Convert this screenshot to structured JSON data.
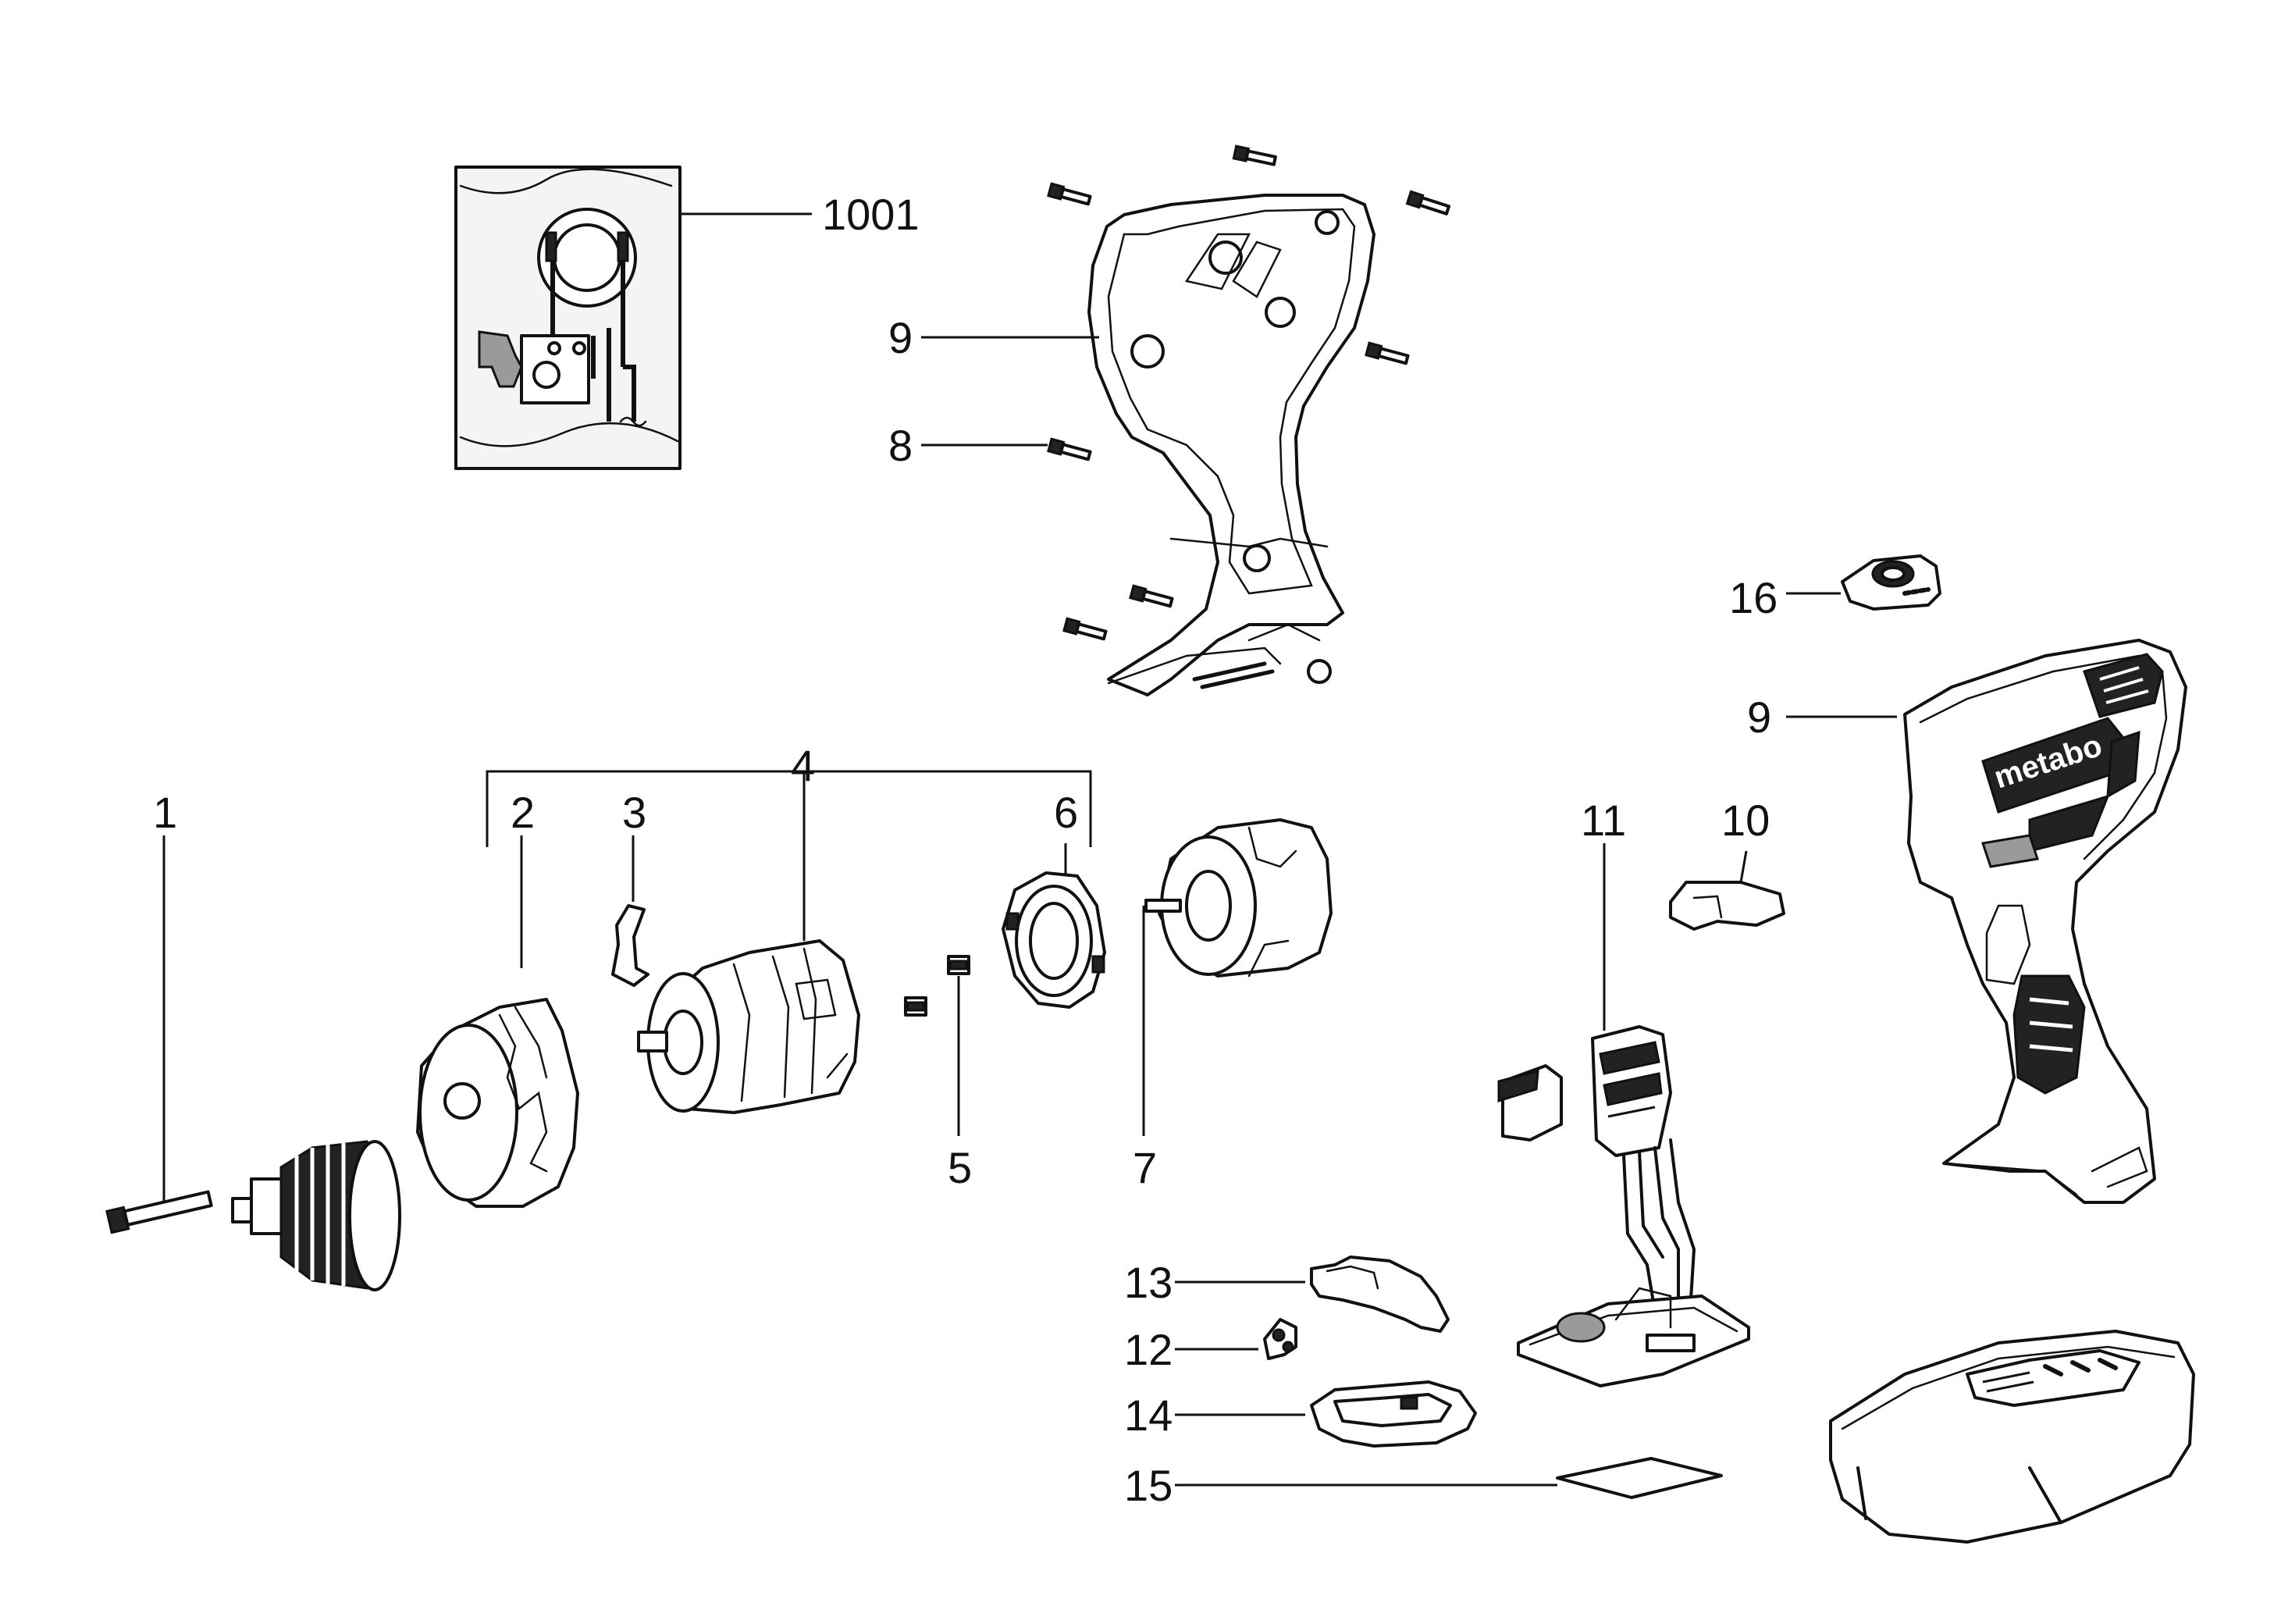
{
  "labels": {
    "l1": "1",
    "l2": "2",
    "l3": "3",
    "l4": "4",
    "l5": "5",
    "l6": "6",
    "l7": "7",
    "l8": "8",
    "l9_top": "9",
    "l9_right": "9",
    "l10": "10",
    "l11": "11",
    "l12": "12",
    "l13": "13",
    "l14": "14",
    "l15": "15",
    "l16": "16",
    "l1001": "1001"
  },
  "brand_text": "metabo"
}
